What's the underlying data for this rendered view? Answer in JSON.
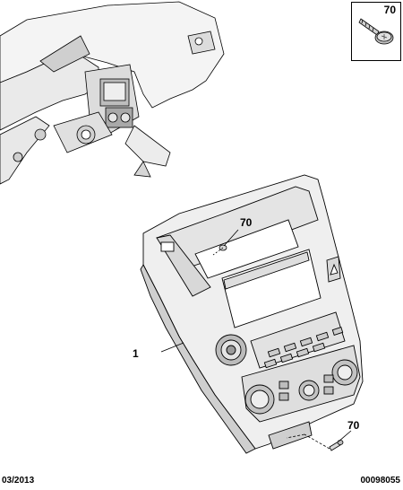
{
  "diagram": {
    "callouts": [
      {
        "id": "inset",
        "text": "70"
      },
      {
        "id": "upper-screw",
        "text": "70"
      },
      {
        "id": "lower-screw",
        "text": "70"
      },
      {
        "id": "console-panel",
        "text": "1"
      }
    ],
    "footer": {
      "date": "03/2013",
      "reference": "00098055"
    },
    "colors": {
      "line": "#000000",
      "fill_light": "#f2f2f2",
      "fill_mid": "#d9d9d9",
      "fill_dark": "#8c8c8c"
    }
  }
}
